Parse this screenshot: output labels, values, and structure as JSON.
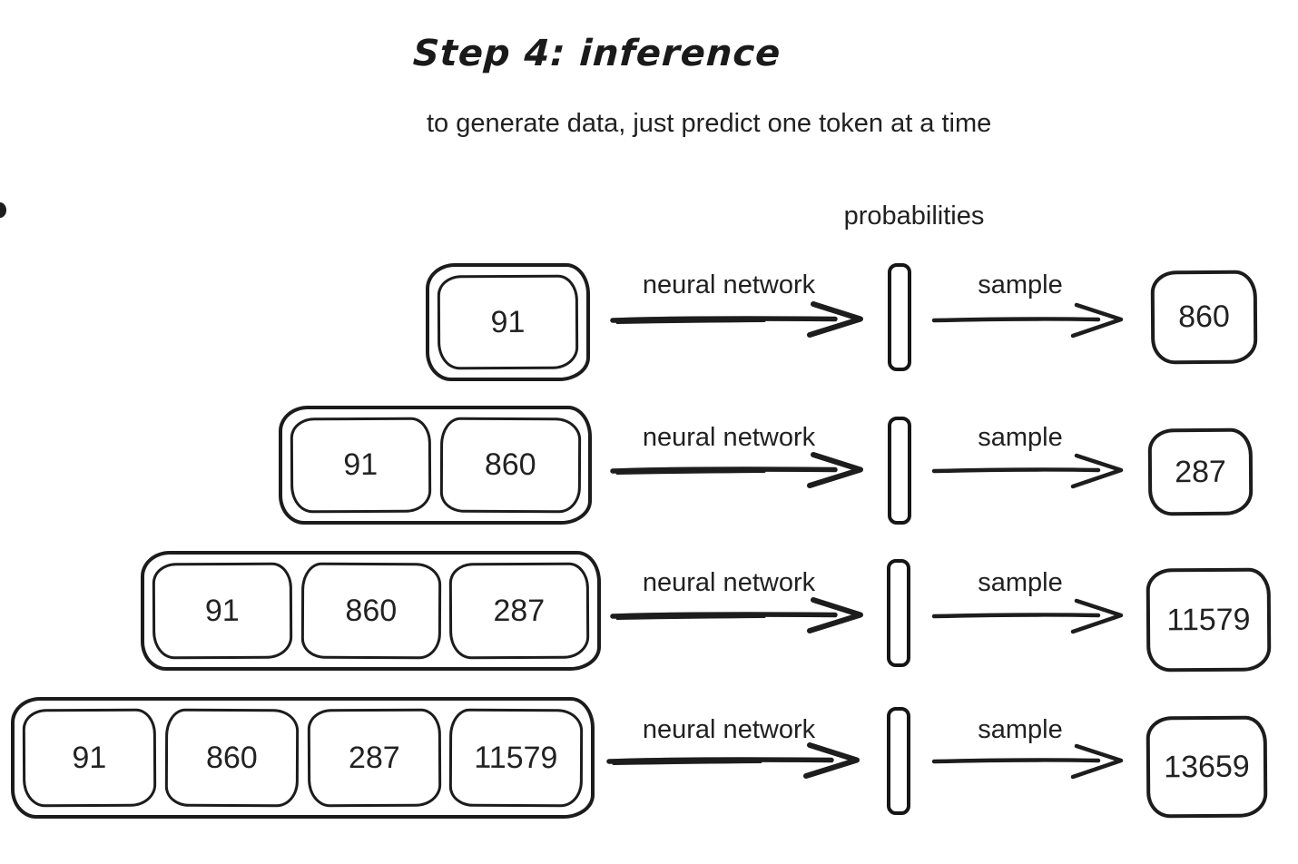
{
  "title": "Step 4: inference",
  "subtitle": "to generate data, just predict one token at a time",
  "probabilities_label": "probabilities",
  "colors": {
    "ink": "#1d1d1d",
    "background": "#ffffff"
  },
  "icons": {
    "neural_arrow": "arrow-right-icon",
    "sample_arrow": "arrow-right-icon"
  },
  "rows": [
    {
      "context_tokens": [
        "91"
      ],
      "nn_label": "neural network",
      "sample_label": "sample",
      "result": "860"
    },
    {
      "context_tokens": [
        "91",
        "860"
      ],
      "nn_label": "neural network",
      "sample_label": "sample",
      "result": "287"
    },
    {
      "context_tokens": [
        "91",
        "860",
        "287"
      ],
      "nn_label": "neural network",
      "sample_label": "sample",
      "result": "11579"
    },
    {
      "context_tokens": [
        "91",
        "860",
        "287",
        "11579"
      ],
      "nn_label": "neural network",
      "sample_label": "sample",
      "result": "13659"
    }
  ]
}
